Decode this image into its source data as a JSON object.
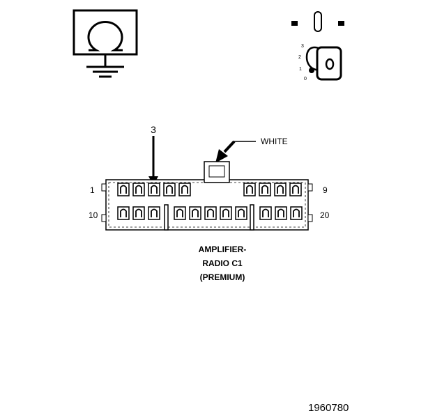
{
  "callout": {
    "pin_label": "3",
    "color_label": "WHITE"
  },
  "pin_numbers": {
    "row1_left": "1",
    "row1_right": "9",
    "row2_left": "10",
    "row2_right": "20"
  },
  "caption": {
    "line1": "AMPLIFIER-",
    "line2": "RADIO C1",
    "line3": "(PREMIUM)"
  },
  "key_positions": [
    "3",
    "2",
    "1",
    "0"
  ],
  "figure_id": "1960780",
  "icons": {
    "ground": "ground-symbol-icon",
    "ignition": "ignition-key-switch-icon"
  }
}
